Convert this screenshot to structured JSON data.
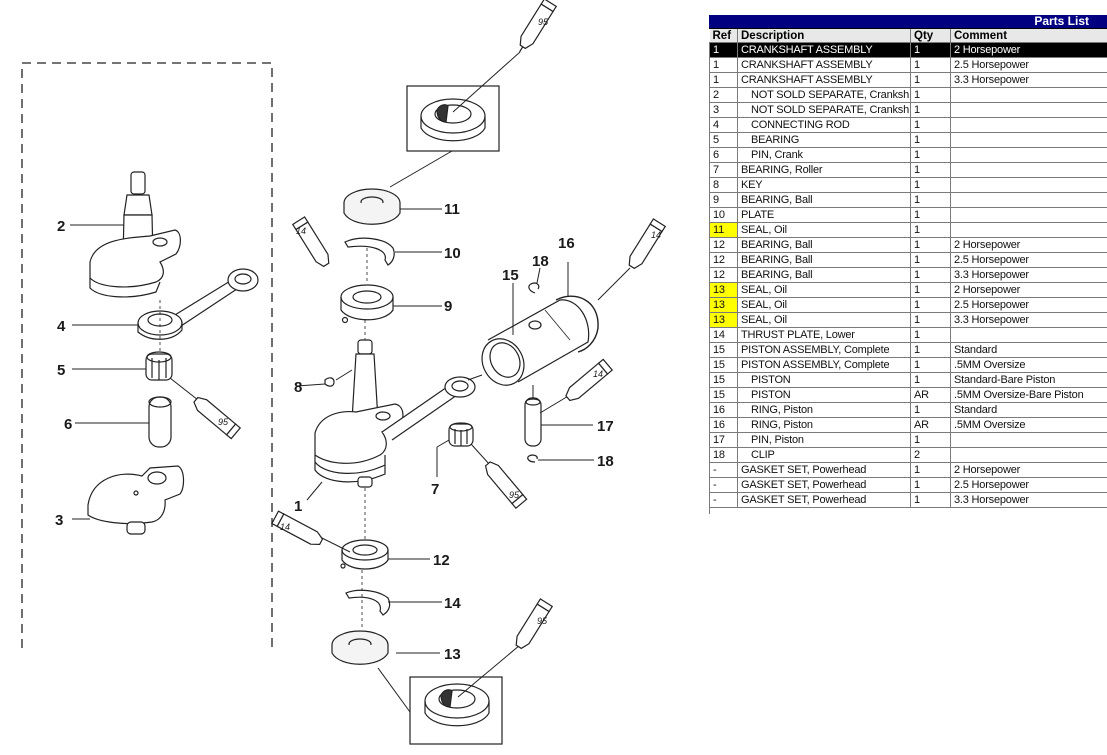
{
  "diagram": {
    "callouts": [
      "1",
      "2",
      "3",
      "4",
      "5",
      "6",
      "7",
      "8",
      "9",
      "10",
      "11",
      "12",
      "13",
      "14",
      "15",
      "16",
      "17",
      "18"
    ],
    "tube_labels": {
      "grease": "95",
      "oil": "14"
    }
  },
  "parts_list": {
    "title": "Parts List",
    "columns": [
      "Ref",
      "Description",
      "Qty",
      "Comment"
    ],
    "selected_row": 0,
    "highlight_color": "#ffff00",
    "header_color": "#000080",
    "rows": [
      {
        "ref": "1",
        "description": "CRANKSHAFT ASSEMBLY",
        "qty": "1",
        "comment": "2 Horsepower",
        "indent": false,
        "highlight": false
      },
      {
        "ref": "1",
        "description": "CRANKSHAFT ASSEMBLY",
        "qty": "1",
        "comment": "2.5 Horsepower",
        "indent": false,
        "highlight": false
      },
      {
        "ref": "1",
        "description": "CRANKSHAFT ASSEMBLY",
        "qty": "1",
        "comment": "3.3 Horsepower",
        "indent": false,
        "highlight": false
      },
      {
        "ref": "2",
        "description": "NOT SOLD SEPARATE, Cranksh",
        "qty": "1",
        "comment": "",
        "indent": true,
        "highlight": false
      },
      {
        "ref": "3",
        "description": "NOT SOLD SEPARATE, Cranksh",
        "qty": "1",
        "comment": "",
        "indent": true,
        "highlight": false
      },
      {
        "ref": "4",
        "description": "CONNECTING ROD",
        "qty": "1",
        "comment": "",
        "indent": true,
        "highlight": false
      },
      {
        "ref": "5",
        "description": "BEARING",
        "qty": "1",
        "comment": "",
        "indent": true,
        "highlight": false
      },
      {
        "ref": "6",
        "description": "PIN, Crank",
        "qty": "1",
        "comment": "",
        "indent": true,
        "highlight": false
      },
      {
        "ref": "7",
        "description": "BEARING, Roller",
        "qty": "1",
        "comment": "",
        "indent": false,
        "highlight": false
      },
      {
        "ref": "8",
        "description": "KEY",
        "qty": "1",
        "comment": "",
        "indent": false,
        "highlight": false
      },
      {
        "ref": "9",
        "description": "BEARING, Ball",
        "qty": "1",
        "comment": "",
        "indent": false,
        "highlight": false
      },
      {
        "ref": "10",
        "description": "PLATE",
        "qty": "1",
        "comment": "",
        "indent": false,
        "highlight": false
      },
      {
        "ref": "11",
        "description": "SEAL, Oil",
        "qty": "1",
        "comment": "",
        "indent": false,
        "highlight": true
      },
      {
        "ref": "12",
        "description": "BEARING, Ball",
        "qty": "1",
        "comment": "2 Horsepower",
        "indent": false,
        "highlight": false
      },
      {
        "ref": "12",
        "description": "BEARING, Ball",
        "qty": "1",
        "comment": "2.5 Horsepower",
        "indent": false,
        "highlight": false
      },
      {
        "ref": "12",
        "description": "BEARING, Ball",
        "qty": "1",
        "comment": "3.3 Horsepower",
        "indent": false,
        "highlight": false
      },
      {
        "ref": "13",
        "description": "SEAL, Oil",
        "qty": "1",
        "comment": "2 Horsepower",
        "indent": false,
        "highlight": true
      },
      {
        "ref": "13",
        "description": "SEAL, Oil",
        "qty": "1",
        "comment": "2.5 Horsepower",
        "indent": false,
        "highlight": true
      },
      {
        "ref": "13",
        "description": "SEAL, Oil",
        "qty": "1",
        "comment": "3.3 Horsepower",
        "indent": false,
        "highlight": true
      },
      {
        "ref": "14",
        "description": "THRUST PLATE, Lower",
        "qty": "1",
        "comment": "",
        "indent": false,
        "highlight": false
      },
      {
        "ref": "15",
        "description": "PISTON ASSEMBLY, Complete",
        "qty": "1",
        "comment": "Standard",
        "indent": false,
        "highlight": false
      },
      {
        "ref": "15",
        "description": "PISTON ASSEMBLY, Complete",
        "qty": "1",
        "comment": ".5MM Oversize",
        "indent": false,
        "highlight": false
      },
      {
        "ref": "15",
        "description": "PISTON",
        "qty": "1",
        "comment": "Standard-Bare Piston",
        "indent": true,
        "highlight": false
      },
      {
        "ref": "15",
        "description": "PISTON",
        "qty": "AR",
        "comment": ".5MM Oversize-Bare Piston",
        "indent": true,
        "highlight": false
      },
      {
        "ref": "16",
        "description": "RING, Piston",
        "qty": "1",
        "comment": "Standard",
        "indent": true,
        "highlight": false
      },
      {
        "ref": "16",
        "description": "RING, Piston",
        "qty": "AR",
        "comment": ".5MM Oversize",
        "indent": true,
        "highlight": false
      },
      {
        "ref": "17",
        "description": "PIN, Piston",
        "qty": "1",
        "comment": "",
        "indent": true,
        "highlight": false
      },
      {
        "ref": "18",
        "description": "CLIP",
        "qty": "2",
        "comment": "",
        "indent": true,
        "highlight": false
      },
      {
        "ref": "-",
        "description": "GASKET SET, Powerhead",
        "qty": "1",
        "comment": "2 Horsepower",
        "indent": false,
        "highlight": false
      },
      {
        "ref": "-",
        "description": "GASKET SET, Powerhead",
        "qty": "1",
        "comment": "2.5 Horsepower",
        "indent": false,
        "highlight": false
      },
      {
        "ref": "-",
        "description": "GASKET SET, Powerhead",
        "qty": "1",
        "comment": "3.3 Horsepower",
        "indent": false,
        "highlight": false
      }
    ]
  }
}
